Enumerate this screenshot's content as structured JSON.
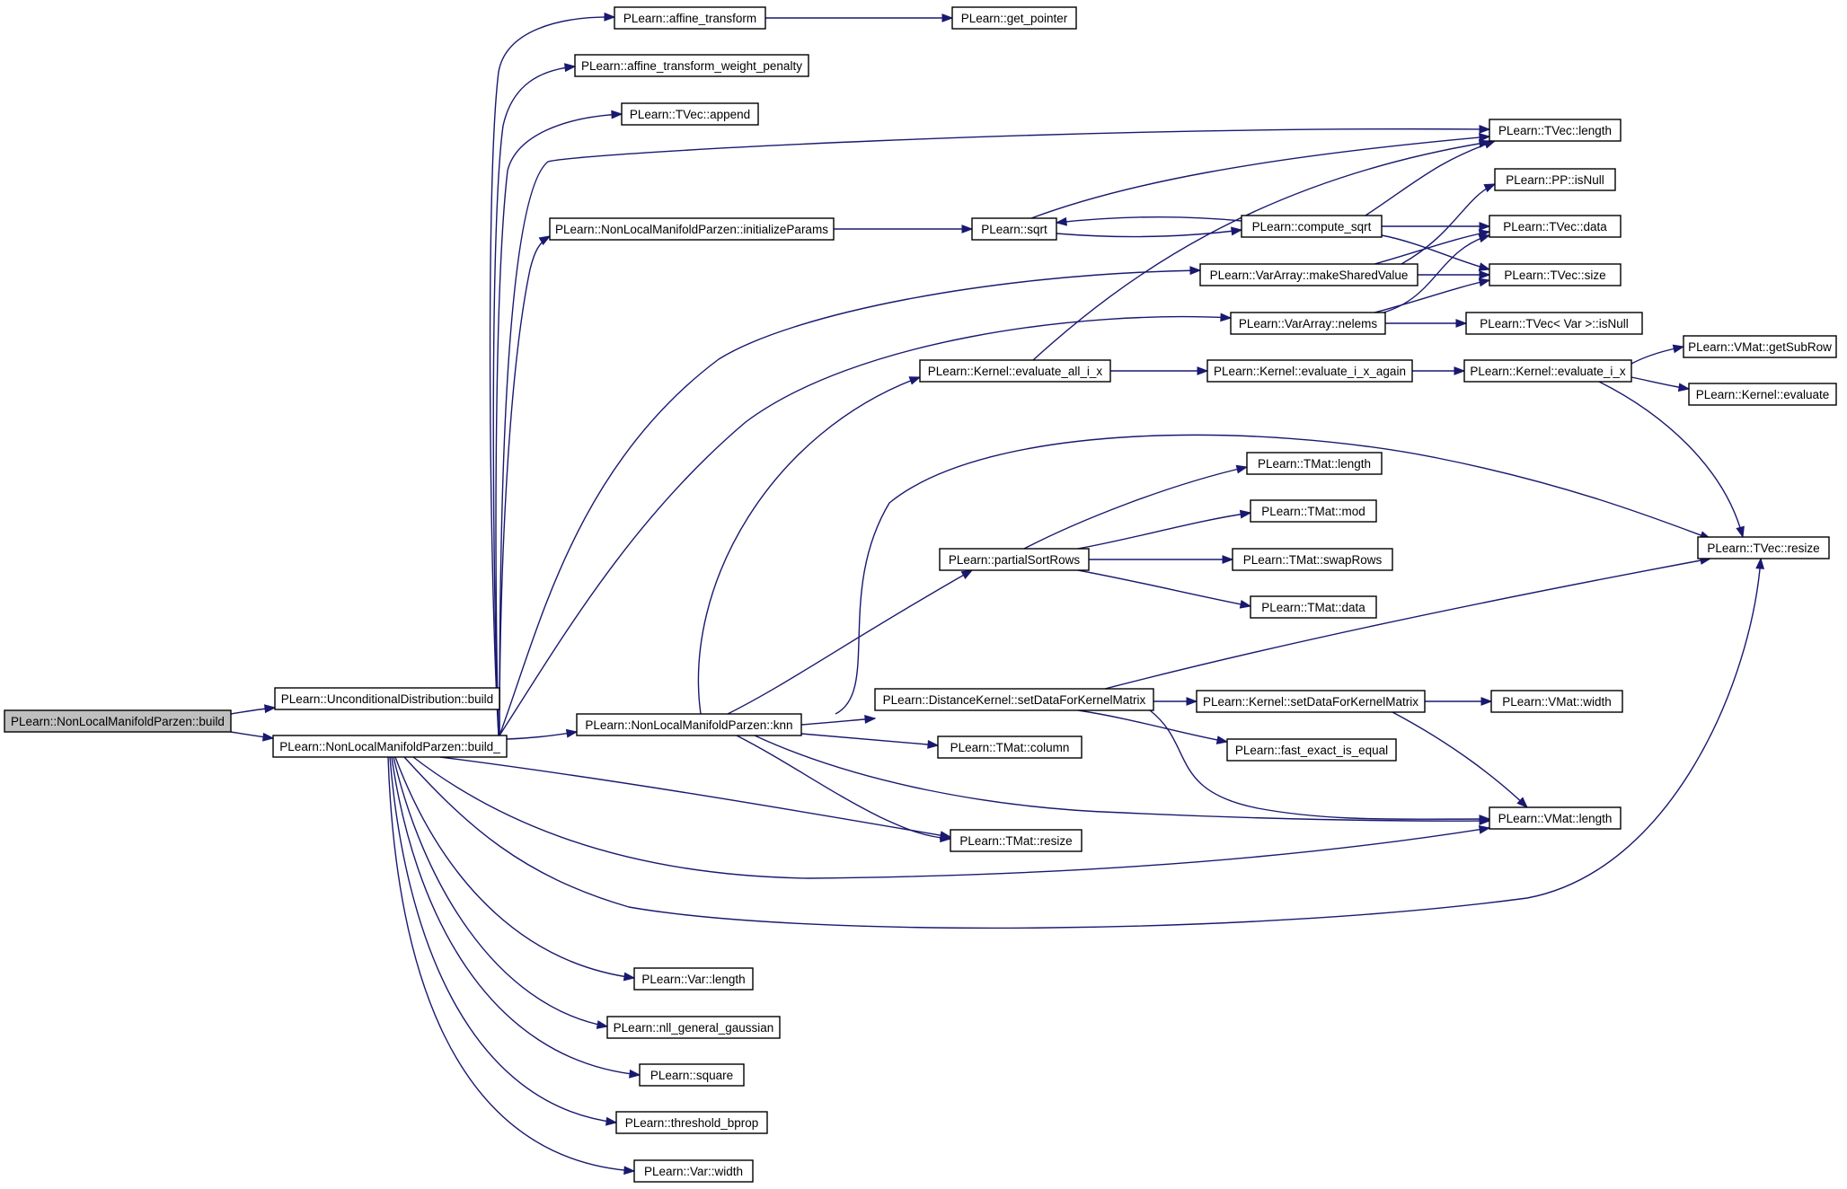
{
  "colors": {
    "edge": "#191970",
    "node_fill": "#ffffff",
    "root_fill": "#bfbfbf",
    "node_border": "#000000"
  },
  "nodes": [
    {
      "id": "root",
      "label": "PLearn::NonLocalManifoldParzen::build",
      "root": true
    },
    {
      "id": "ucd_build",
      "label": "PLearn::UnconditionalDistribution::build"
    },
    {
      "id": "build_",
      "label": "PLearn::NonLocalManifoldParzen::build_"
    },
    {
      "id": "affine_transform",
      "label": "PLearn::affine_transform"
    },
    {
      "id": "get_pointer",
      "label": "PLearn::get_pointer"
    },
    {
      "id": "affine_wp",
      "label": "PLearn::affine_transform_weight_penalty"
    },
    {
      "id": "tvec_append",
      "label": "PLearn::TVec::append"
    },
    {
      "id": "tvec_length",
      "label": "PLearn::TVec::length"
    },
    {
      "id": "init_params",
      "label": "PLearn::NonLocalManifoldParzen::initializeParams"
    },
    {
      "id": "sqrt",
      "label": "PLearn::sqrt"
    },
    {
      "id": "compute_sqrt",
      "label": "PLearn::compute_sqrt"
    },
    {
      "id": "pp_isnull",
      "label": "PLearn::PP::isNull"
    },
    {
      "id": "tvec_data",
      "label": "PLearn::TVec::data"
    },
    {
      "id": "make_shared",
      "label": "PLearn::VarArray::makeSharedValue"
    },
    {
      "id": "tvec_size",
      "label": "PLearn::TVec::size"
    },
    {
      "id": "nelems",
      "label": "PLearn::VarArray::nelems"
    },
    {
      "id": "tvec_var_isnull",
      "label": "PLearn::TVec< Var >::isNull"
    },
    {
      "id": "eval_all",
      "label": "PLearn::Kernel::evaluate_all_i_x"
    },
    {
      "id": "eval_again",
      "label": "PLearn::Kernel::evaluate_i_x_again"
    },
    {
      "id": "eval_ix",
      "label": "PLearn::Kernel::evaluate_i_x"
    },
    {
      "id": "vmat_getsubrow",
      "label": "PLearn::VMat::getSubRow"
    },
    {
      "id": "kernel_eval",
      "label": "PLearn::Kernel::evaluate"
    },
    {
      "id": "tmat_length",
      "label": "PLearn::TMat::length"
    },
    {
      "id": "tmat_mod",
      "label": "PLearn::TMat::mod"
    },
    {
      "id": "partial_sort",
      "label": "PLearn::partialSortRows"
    },
    {
      "id": "tmat_swap",
      "label": "PLearn::TMat::swapRows"
    },
    {
      "id": "tvec_resize",
      "label": "PLearn::TVec::resize"
    },
    {
      "id": "tmat_data",
      "label": "PLearn::TMat::data"
    },
    {
      "id": "dk_setdata",
      "label": "PLearn::DistanceKernel::setDataForKernelMatrix"
    },
    {
      "id": "k_setdata",
      "label": "PLearn::Kernel::setDataForKernelMatrix"
    },
    {
      "id": "vmat_width",
      "label": "PLearn::VMat::width"
    },
    {
      "id": "knn",
      "label": "PLearn::NonLocalManifoldParzen::knn"
    },
    {
      "id": "tmat_column",
      "label": "PLearn::TMat::column"
    },
    {
      "id": "fast_exact",
      "label": "PLearn::fast_exact_is_equal"
    },
    {
      "id": "vmat_length",
      "label": "PLearn::VMat::length"
    },
    {
      "id": "tmat_resize",
      "label": "PLearn::TMat::resize"
    },
    {
      "id": "var_length",
      "label": "PLearn::Var::length"
    },
    {
      "id": "nll",
      "label": "PLearn::nll_general_gaussian"
    },
    {
      "id": "square",
      "label": "PLearn::square"
    },
    {
      "id": "threshold",
      "label": "PLearn::threshold_bprop"
    },
    {
      "id": "var_width",
      "label": "PLearn::Var::width"
    }
  ],
  "edges": [
    {
      "from": "root",
      "to": "ucd_build"
    },
    {
      "from": "root",
      "to": "build_"
    },
    {
      "from": "build_",
      "to": "affine_transform"
    },
    {
      "from": "affine_transform",
      "to": "get_pointer"
    },
    {
      "from": "build_",
      "to": "affine_wp"
    },
    {
      "from": "build_",
      "to": "tvec_append"
    },
    {
      "from": "build_",
      "to": "tvec_length"
    },
    {
      "from": "build_",
      "to": "init_params"
    },
    {
      "from": "init_params",
      "to": "sqrt"
    },
    {
      "from": "sqrt",
      "to": "tvec_length"
    },
    {
      "from": "sqrt",
      "to": "compute_sqrt"
    },
    {
      "from": "compute_sqrt",
      "to": "sqrt"
    },
    {
      "from": "compute_sqrt",
      "to": "tvec_length"
    },
    {
      "from": "compute_sqrt",
      "to": "tvec_data"
    },
    {
      "from": "compute_sqrt",
      "to": "tvec_size"
    },
    {
      "from": "build_",
      "to": "make_shared"
    },
    {
      "from": "make_shared",
      "to": "pp_isnull"
    },
    {
      "from": "make_shared",
      "to": "tvec_data"
    },
    {
      "from": "make_shared",
      "to": "tvec_size"
    },
    {
      "from": "build_",
      "to": "nelems"
    },
    {
      "from": "nelems",
      "to": "tvec_data"
    },
    {
      "from": "nelems",
      "to": "tvec_size"
    },
    {
      "from": "nelems",
      "to": "tvec_var_isnull"
    },
    {
      "from": "knn",
      "to": "eval_all"
    },
    {
      "from": "eval_all",
      "to": "tvec_length"
    },
    {
      "from": "eval_all",
      "to": "eval_again"
    },
    {
      "from": "eval_again",
      "to": "eval_ix"
    },
    {
      "from": "eval_ix",
      "to": "vmat_getsubrow"
    },
    {
      "from": "eval_ix",
      "to": "kernel_eval"
    },
    {
      "from": "eval_ix",
      "to": "tvec_resize"
    },
    {
      "from": "build_",
      "to": "knn"
    },
    {
      "from": "knn",
      "to": "partial_sort"
    },
    {
      "from": "partial_sort",
      "to": "tmat_length"
    },
    {
      "from": "partial_sort",
      "to": "tmat_mod"
    },
    {
      "from": "partial_sort",
      "to": "tmat_swap"
    },
    {
      "from": "partial_sort",
      "to": "tmat_data"
    },
    {
      "from": "knn",
      "to": "tvec_resize"
    },
    {
      "from": "knn",
      "to": "dk_setdata"
    },
    {
      "from": "dk_setdata",
      "to": "tvec_resize"
    },
    {
      "from": "dk_setdata",
      "to": "k_setdata"
    },
    {
      "from": "dk_setdata",
      "to": "fast_exact"
    },
    {
      "from": "dk_setdata",
      "to": "vmat_length"
    },
    {
      "from": "k_setdata",
      "to": "vmat_width"
    },
    {
      "from": "k_setdata",
      "to": "vmat_length"
    },
    {
      "from": "knn",
      "to": "tmat_column"
    },
    {
      "from": "knn",
      "to": "tmat_resize"
    },
    {
      "from": "knn",
      "to": "vmat_length"
    },
    {
      "from": "build_",
      "to": "tmat_resize"
    },
    {
      "from": "build_",
      "to": "vmat_length"
    },
    {
      "from": "build_",
      "to": "tvec_resize"
    },
    {
      "from": "build_",
      "to": "var_length"
    },
    {
      "from": "build_",
      "to": "nll"
    },
    {
      "from": "build_",
      "to": "square"
    },
    {
      "from": "build_",
      "to": "threshold"
    },
    {
      "from": "build_",
      "to": "var_width"
    }
  ]
}
